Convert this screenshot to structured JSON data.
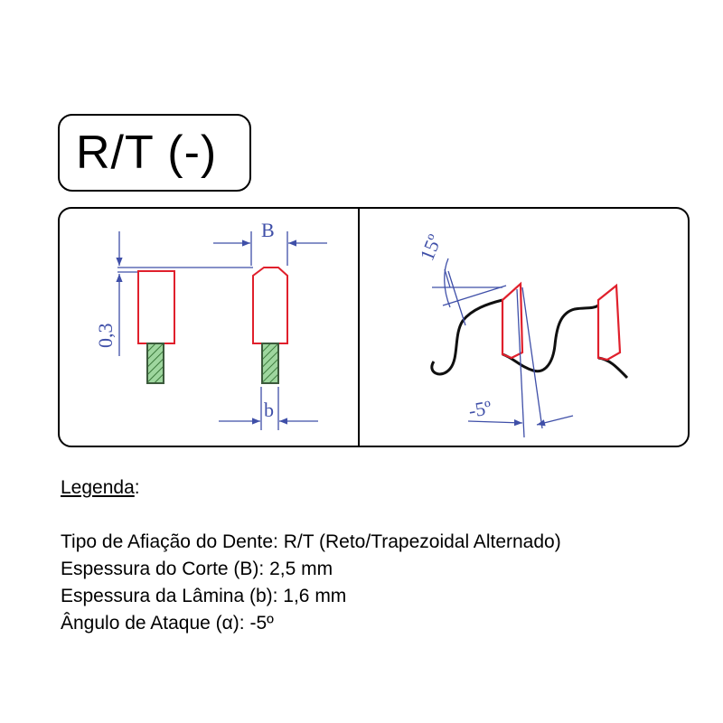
{
  "title": "R/T (-)",
  "diagram": {
    "label_B": "B",
    "label_b": "b",
    "label_height": "0,3",
    "angle_top": "15º",
    "angle_bottom": "-5º",
    "colors": {
      "tooth": "#e0202c",
      "blade": "#3c5a3c",
      "dimension": "#3f4fa8",
      "curve": "#101010"
    }
  },
  "legend": {
    "heading": "Legenda",
    "colon": ":",
    "lines": [
      "Tipo de Afiação do Dente: R/T (Reto/Trapezoidal Alternado)",
      "Espessura do Corte (B): 2,5 mm",
      "Espessura da Lâmina (b): 1,6 mm",
      "Ângulo de Ataque (α): -5º"
    ]
  }
}
